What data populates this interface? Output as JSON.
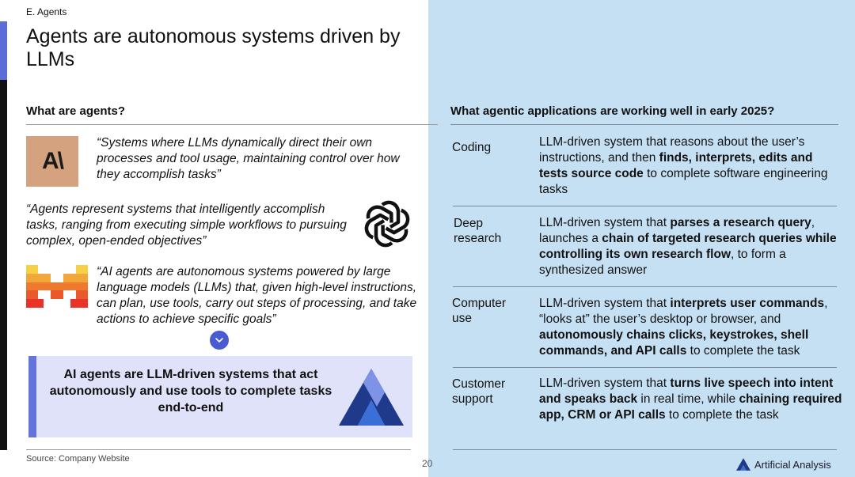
{
  "section_label": "E. Agents",
  "title": "Agents are autonomous systems driven by LLMs",
  "left": {
    "heading": "What are agents?",
    "quotes": [
      {
        "logo": "anthropic-logo",
        "logo_text": "A\\",
        "text": "“Systems where LLMs dynamically direct their own processes and tool usage, maintaining control over how they accomplish tasks”"
      },
      {
        "logo": "openai-logo",
        "text": "“Agents represent systems that intelligently accomplish tasks, ranging from executing simple workflows to pursuing complex, open-ended objectives”"
      },
      {
        "logo": "mistral-logo",
        "text": "“AI agents are autonomous systems powered by large language models (LLMs) that, given high-level instructions, can plan, use tools, carry out steps of processing, and take actions to achieve specific goals”"
      }
    ],
    "summary": "AI agents are LLM-driven systems that act autonomously and use tools to complete tasks end-to-end",
    "source": "Source: Company Website"
  },
  "right": {
    "heading": "What agentic applications are working well in early 2025?",
    "rows": [
      {
        "label": "Coding",
        "parts": [
          {
            "t": "LLM-driven system that reasons about the user’s instructions, and then "
          },
          {
            "t": "finds, interprets, edits and tests source code",
            "b": true
          },
          {
            "t": " to complete software engineering tasks"
          }
        ]
      },
      {
        "label": "Deep research",
        "parts": [
          {
            "t": "LLM-driven system that "
          },
          {
            "t": "parses a research query",
            "b": true
          },
          {
            "t": ", launches a "
          },
          {
            "t": "chain of targeted research queries while controlling its own research flow",
            "b": true
          },
          {
            "t": ", to form a synthesized answer"
          }
        ]
      },
      {
        "label": "Computer use",
        "parts": [
          {
            "t": "LLM-driven system that "
          },
          {
            "t": "interprets user commands",
            "b": true
          },
          {
            "t": ", “looks at” the user’s desktop or browser, and "
          },
          {
            "t": "autonomously chains clicks, keystrokes, shell commands, and API calls",
            "b": true
          },
          {
            "t": " to complete the task"
          }
        ]
      },
      {
        "label": "Customer support",
        "parts": [
          {
            "t": "LLM-driven system that "
          },
          {
            "t": "turns live speech into intent and speaks back",
            "b": true
          },
          {
            "t": " in real time, while "
          },
          {
            "t": "chaining required app, CRM or API calls",
            "b": true
          },
          {
            "t": " to complete the task"
          }
        ]
      }
    ]
  },
  "footer": {
    "page_number": "20",
    "brand": "Artificial Analysis"
  },
  "colors": {
    "accent": "#5b6cd6",
    "right_panel": "#c5e0f3",
    "summary_box": "#dfe2f8"
  }
}
